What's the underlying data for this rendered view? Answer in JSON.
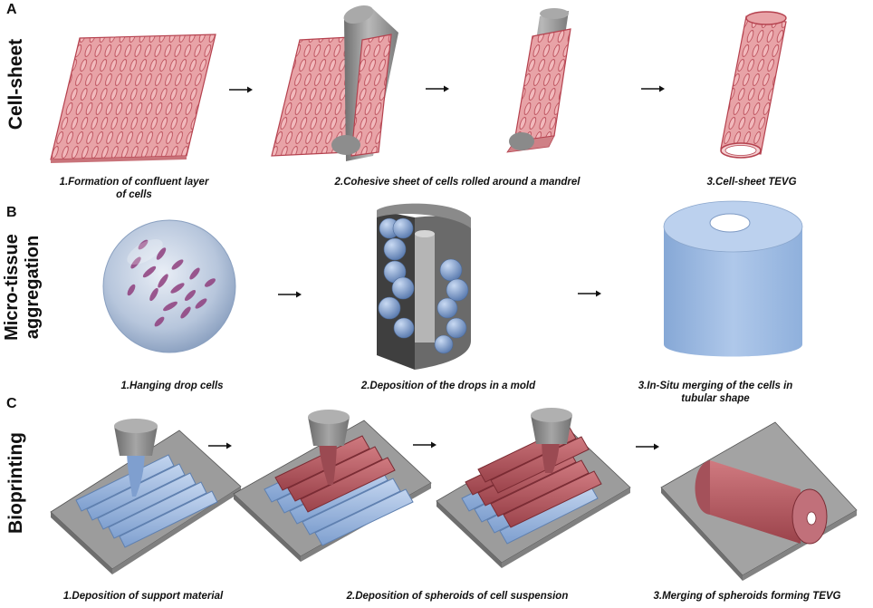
{
  "panels": [
    {
      "letter": "A",
      "title": "Cell-sheet",
      "steps": [
        "1.Formation of confluent layer\nof cells",
        "2.Cohesive sheet of cells rolled around a mandrel",
        "3.Cell-sheet TEVG"
      ]
    },
    {
      "letter": "B",
      "title": "Micro-tissue\naggregation",
      "steps": [
        "1.Hanging drop cells",
        "2.Deposition of the drops in a mold",
        "3.In-Situ merging of the cells in\ntubular shape"
      ]
    },
    {
      "letter": "C",
      "title": "Bioprinting",
      "steps": [
        "1.Deposition of support material",
        "2.Deposition of spheroids of cell suspension",
        "3.Merging of spheroids forming TEVG"
      ]
    }
  ],
  "colors": {
    "cells": "#e8a3a7",
    "cell_outline": "#b5424f",
    "support": "#a9c3e6",
    "support_dark": "#6f90bd",
    "spheroid": "#b85c63",
    "mandrel": "#8e8e8e",
    "plate": "#9c9c9c",
    "mold": "#5e5e5e"
  }
}
